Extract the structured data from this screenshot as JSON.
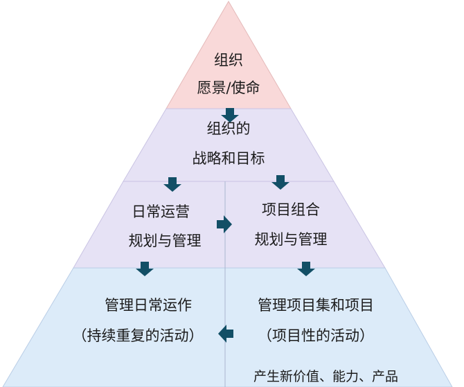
{
  "colors": {
    "tier1_fill": "#f9d9d9",
    "tier2_fill": "#e6e2f5",
    "tier3_fill": "#e6e2f5",
    "tier4_fill": "#dcebf9",
    "divider": "#c9d3e6",
    "outline": "#aab5cf",
    "arrow": "#124f66",
    "text": "#1a1a1a"
  },
  "tiers": {
    "vision": {
      "line1": "组织",
      "line2": "愿景/使命"
    },
    "strategy": {
      "line1": "组织的",
      "line2": "战略和目标"
    },
    "operations_planning": {
      "line1": "日常运营",
      "line2": "规划与管理"
    },
    "portfolio_planning": {
      "line1": "项目组合",
      "line2": "规划与管理"
    },
    "operations_execution": {
      "line1": "管理日常运作",
      "line2": "（持续重复的活动）"
    },
    "project_execution": {
      "line1": "管理项目集和项目",
      "line2": "（项目性的活动）",
      "note": "产生新价值、能力、产品"
    }
  },
  "arrows": [
    {
      "id": "vision-to-strategy",
      "icon": "arrow-down-icon"
    },
    {
      "id": "strategy-to-operations-planning",
      "icon": "arrow-down-icon"
    },
    {
      "id": "strategy-to-portfolio-planning",
      "icon": "arrow-down-icon"
    },
    {
      "id": "operations-planning-to-portfolio-planning",
      "icon": "arrow-right-icon"
    },
    {
      "id": "operations-planning-to-operations-execution",
      "icon": "arrow-down-icon"
    },
    {
      "id": "portfolio-planning-to-project-execution",
      "icon": "arrow-down-icon"
    },
    {
      "id": "project-execution-to-operations-execution",
      "icon": "arrow-left-icon"
    }
  ]
}
